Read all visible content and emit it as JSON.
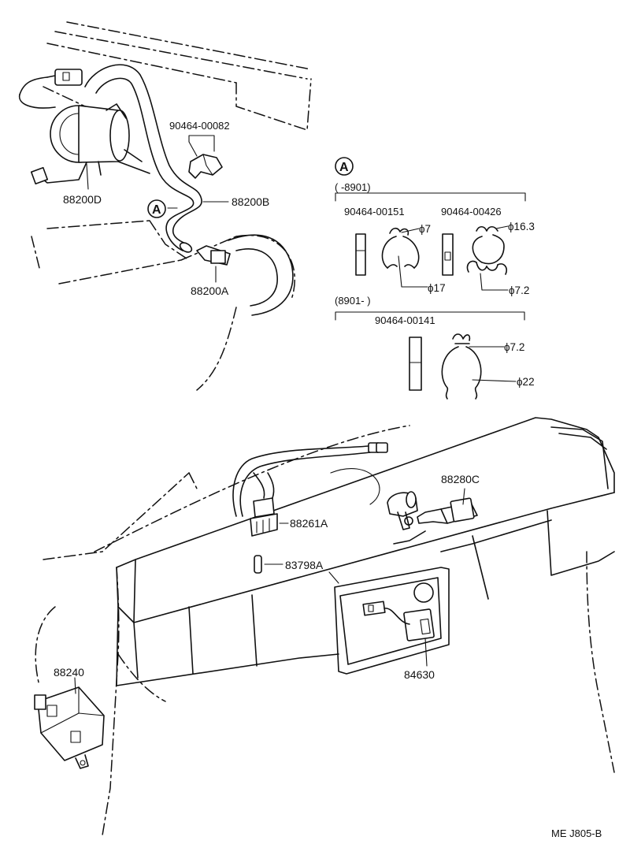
{
  "parts": {
    "p88200D": "88200D",
    "p90464_00082": "90464-00082",
    "p88200B": "88200B",
    "p88200A": "88200A",
    "p88280C": "88280C",
    "p88261A": "88261A",
    "p83798A": "83798A",
    "p84630": "84630",
    "p88240": "88240"
  },
  "callout_marker": "A",
  "detail": {
    "marker": "A",
    "range1": "(        -8901)",
    "range2": "(8901-            )",
    "clip1_part": "90464-00151",
    "clip2_part": "90464-00426",
    "clip3_part": "90464-00141",
    "dim_7": "ϕ7",
    "dim_17": "ϕ17",
    "dim_16_3": "ϕ16.3",
    "dim_7_2a": "ϕ7.2",
    "dim_7_2b": "ϕ7.2",
    "dim_22": "ϕ22"
  },
  "diagram_code": "ME J805-B"
}
